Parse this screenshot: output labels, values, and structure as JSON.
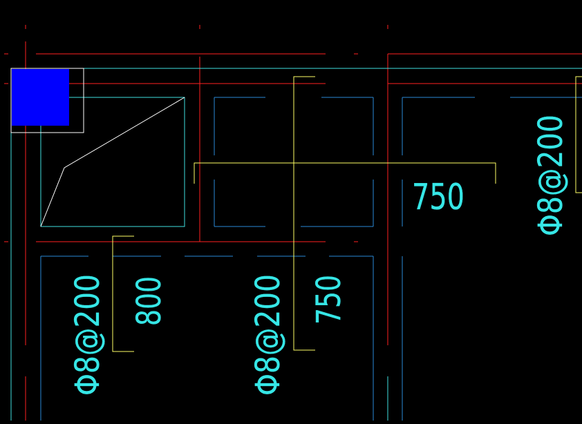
{
  "canvas": {
    "background": "#000000"
  },
  "colors": {
    "axis": "#ff2020",
    "wall": "#40e0e0",
    "rebar": "#2a8ad8",
    "dim": "#ffff66",
    "text": "#36e6e6",
    "white": "#ffffff",
    "selection": "#0000ff"
  },
  "annotations": {
    "spacing_top_right": "Φ8@200",
    "dim_750_horizontal": "750",
    "spacing_bottom_left": "Φ8@200",
    "dim_800_vertical": "800",
    "spacing_bottom_middle": "Φ8@200",
    "dim_750_vertical": "750"
  }
}
